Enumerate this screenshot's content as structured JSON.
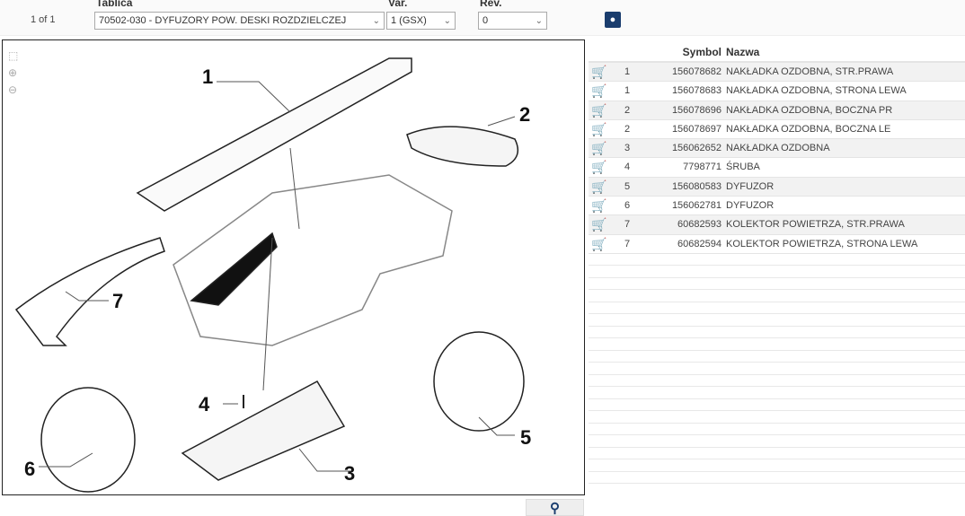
{
  "header": {
    "table_label": "Tablica",
    "var_label": "Var.",
    "rev_label": "Rev.",
    "count": "1 of 1",
    "table_value": "70502-030 - DYFUZORY POW. DESKI ROZDZIELCZEJ",
    "var_value": "1 (GSX)",
    "rev_value": "0"
  },
  "diagram": {
    "callouts": [
      "1",
      "2",
      "3",
      "4",
      "5",
      "6",
      "7"
    ]
  },
  "parts": {
    "col_symbol": "Symbol",
    "col_name": "Nazwa",
    "rows": [
      {
        "pos": "1",
        "symbol": "156078682",
        "name": "NAKŁADKA OZDOBNA, STR.PRAWA"
      },
      {
        "pos": "1",
        "symbol": "156078683",
        "name": "NAKŁADKA OZDOBNA, STRONA LEWA"
      },
      {
        "pos": "2",
        "symbol": "156078696",
        "name": "NAKŁADKA OZDOBNA, BOCZNA PR"
      },
      {
        "pos": "2",
        "symbol": "156078697",
        "name": "NAKŁADKA OZDOBNA, BOCZNA LE"
      },
      {
        "pos": "3",
        "symbol": "156062652",
        "name": "NAKŁADKA OZDOBNA"
      },
      {
        "pos": "4",
        "symbol": "7798771",
        "name": "ŚRUBA"
      },
      {
        "pos": "5",
        "symbol": "156080583",
        "name": "DYFUZOR"
      },
      {
        "pos": "6",
        "symbol": "156062781",
        "name": "DYFUZOR"
      },
      {
        "pos": "7",
        "symbol": "60682593",
        "name": "KOLEKTOR POWIETRZA, STR.PRAWA"
      },
      {
        "pos": "7",
        "symbol": "60682594",
        "name": "KOLEKTOR POWIETRZA, STRONA LEWA"
      }
    ]
  }
}
